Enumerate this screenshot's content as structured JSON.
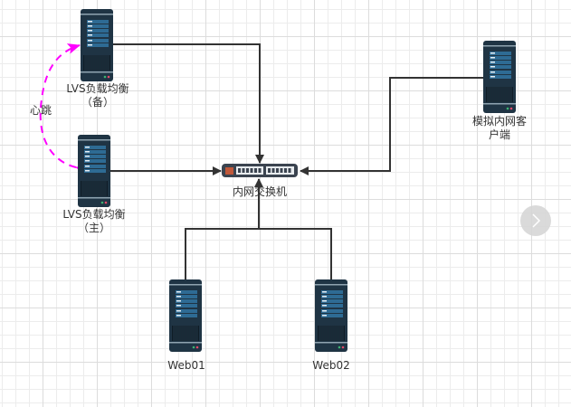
{
  "diagram": {
    "nodes": [
      {
        "id": "lvs-backup",
        "type": "server",
        "label_lines": [
          "LVS负载均衡",
          "（备）"
        ]
      },
      {
        "id": "lvs-master",
        "type": "server",
        "label_lines": [
          "LVS负载均衡",
          "（主）"
        ]
      },
      {
        "id": "switch",
        "type": "switch",
        "label_lines": [
          "内网交换机"
        ]
      },
      {
        "id": "client",
        "type": "server",
        "label_lines": [
          "模拟内网客",
          "户端"
        ]
      },
      {
        "id": "web01",
        "type": "server",
        "label_lines": [
          "Web01"
        ]
      },
      {
        "id": "web02",
        "type": "server",
        "label_lines": [
          "Web02"
        ]
      }
    ],
    "edges": [
      {
        "from": "lvs-backup",
        "to": "switch",
        "style": "solid"
      },
      {
        "from": "lvs-master",
        "to": "switch",
        "style": "solid"
      },
      {
        "from": "client",
        "to": "switch",
        "style": "solid"
      },
      {
        "from": "web01",
        "to": "switch",
        "style": "solid"
      },
      {
        "from": "web02",
        "to": "switch",
        "style": "solid"
      },
      {
        "from": "lvs-master",
        "to": "lvs-backup",
        "style": "dashed",
        "label": "心跳",
        "bidirectional": true
      }
    ],
    "heartbeat_label": "心跳",
    "colors": {
      "wire": "#333333",
      "heartbeat": "#ff00ff",
      "server_body": "#1f3444",
      "server_panel": "#2e6b94"
    }
  },
  "nav": {
    "next_icon": "chevron-right-icon"
  }
}
